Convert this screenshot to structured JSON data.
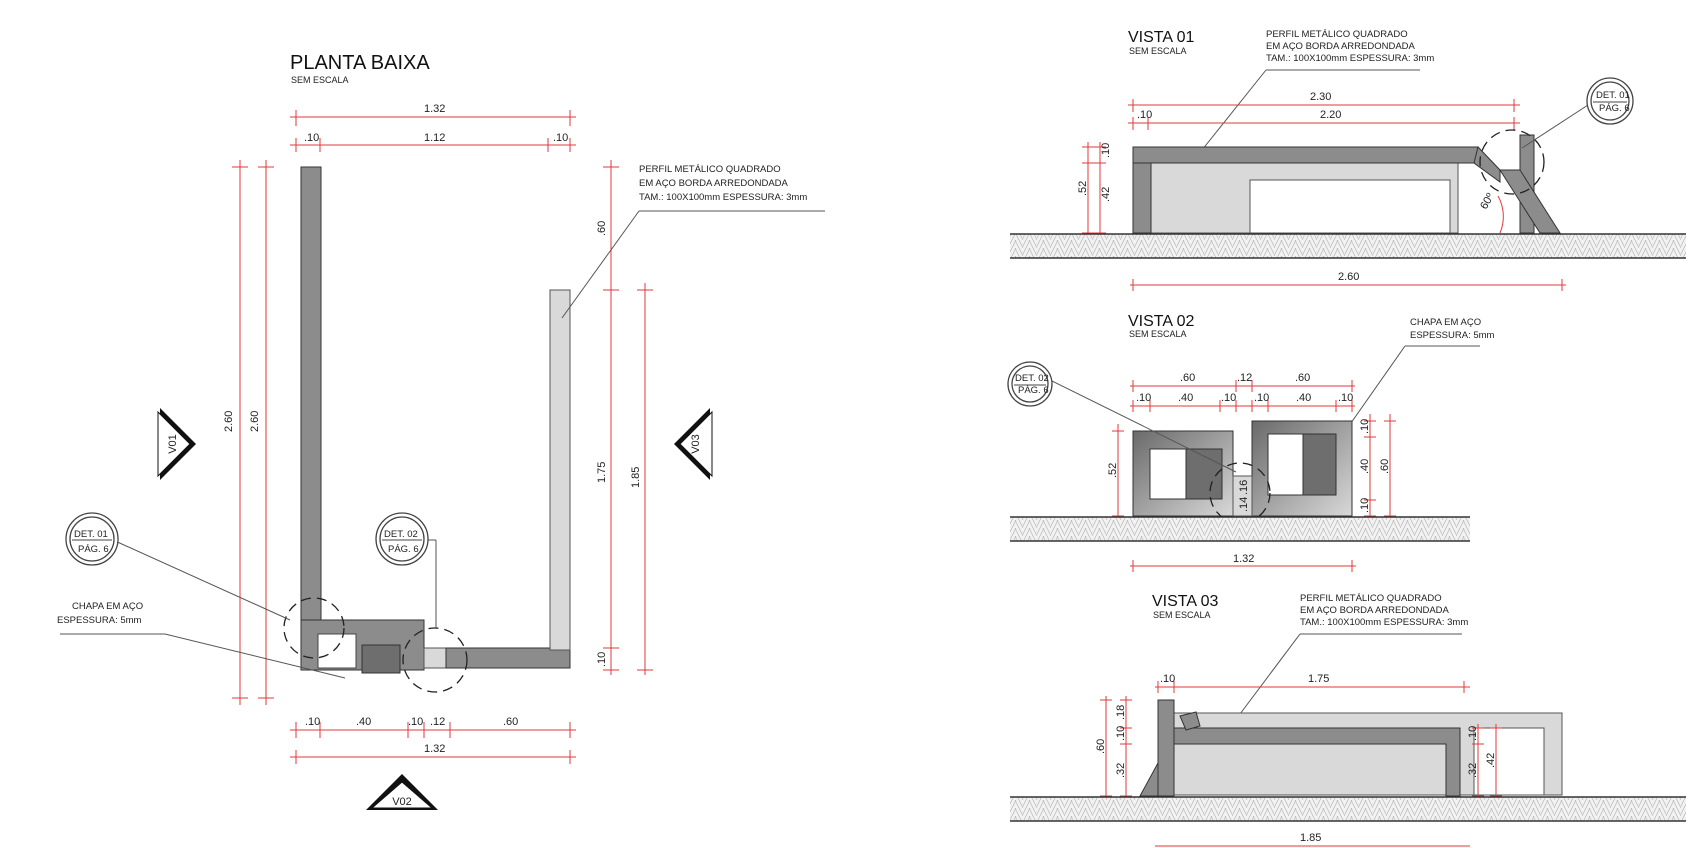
{
  "colors": {
    "dimension": "#e03a3a",
    "steel_dark": "#8c8c8c",
    "steel_light": "#d9d9d9"
  },
  "plan": {
    "title": "PLANTA BAIXA",
    "subtitle": "SEM ESCALA",
    "dims": {
      "top_total": "1.32",
      "top_left": ".10",
      "top_mid": "1.12",
      "top_right": ".10",
      "left_a": "2.60",
      "left_b": "2.60",
      "right_top": ".60",
      "right_mid": "1.75",
      "right_outer": "1.85",
      "right_bottom": ".10",
      "bottom_1": ".10",
      "bottom_2": ".40",
      "bottom_3": ".10",
      "bottom_4": ".12",
      "bottom_5": ".60",
      "bottom_total": "1.32"
    },
    "note_profile": [
      "PERFIL METÁLICO QUADRADO",
      "EM AÇO BORDA ARREDONDADA",
      "TAM.: 100X100mm ESPESSURA: 3mm"
    ],
    "note_plate": [
      "CHAPA EM AÇO",
      "ESPESSURA: 5mm"
    ],
    "det01": {
      "line1": "DET. 01",
      "line2": "PÁG. 6"
    },
    "det02": {
      "line1": "DET. 02",
      "line2": "PÁG. 6"
    },
    "view_markers": {
      "v01": "V01",
      "v02": "V02",
      "v03": "V03"
    }
  },
  "vista01": {
    "title": "VISTA 01",
    "subtitle": "SEM ESCALA",
    "note": [
      "PERFIL METÁLICO QUADRADO",
      "EM AÇO BORDA ARREDONDADA",
      "TAM.: 100X100mm ESPESSURA: 3mm"
    ],
    "dims": {
      "top_total": "2.30",
      "top_left": ".10",
      "top_inner": "2.20",
      "h_total": ".52",
      "h_top": ".10",
      "h_inner": ".42",
      "angle": "60º",
      "bottom": "2.60"
    },
    "det": {
      "line1": "DET. 01",
      "line2": "PÁG. 6"
    }
  },
  "vista02": {
    "title": "VISTA 02",
    "subtitle": "SEM ESCALA",
    "note": [
      "CHAPA EM AÇO",
      "ESPESSURA: 5mm"
    ],
    "dims": {
      "top_a": ".60",
      "top_gap": ".12",
      "top_b": ".60",
      "sub_1": ".10",
      "sub_2": ".40",
      "sub_3": ".10",
      "sub_4": ".10",
      "sub_5": ".40",
      "sub_6": ".10",
      "h_total": ".52",
      "h_small_a": ".16",
      "h_small_b": ".14",
      "r_top": ".10",
      "r_mid": ".40",
      "r_bottom": ".10",
      "r_total": ".60",
      "bottom": "1.32"
    },
    "det": {
      "line1": "DET. 02",
      "line2": "PÁG. 6"
    }
  },
  "vista03": {
    "title": "VISTA 03",
    "subtitle": "SEM ESCALA",
    "note": [
      "PERFIL METÁLICO QUADRADO",
      "EM AÇO BORDA ARREDONDADA",
      "TAM.: 100X100mm ESPESSURA: 3mm"
    ],
    "dims": {
      "top_left": ".10",
      "top_main": "1.75",
      "h_18": ".18",
      "h_10": ".10",
      "h_60": ".60",
      "h_32": ".32",
      "r_10": ".10",
      "r_32": ".32",
      "r_42": ".42",
      "bottom": "1.85"
    }
  }
}
